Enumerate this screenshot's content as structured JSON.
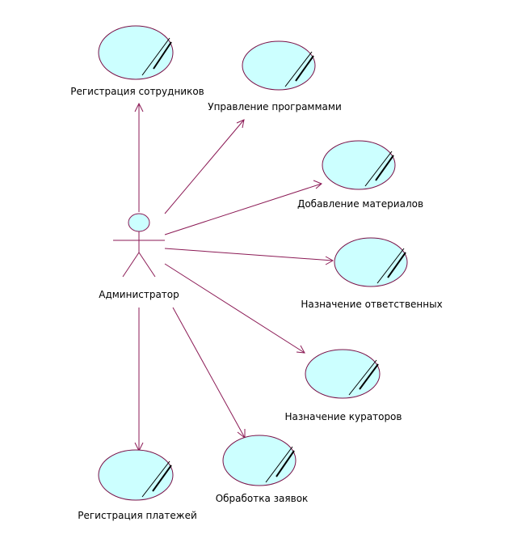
{
  "actor": {
    "name": "Администратор"
  },
  "use_cases": [
    {
      "id": "reg-staff",
      "label": "Регистрация сотрудников"
    },
    {
      "id": "programs",
      "label": "Управление программами"
    },
    {
      "id": "materials",
      "label": "Добавление материалов"
    },
    {
      "id": "responsible",
      "label": "Назначение ответственных"
    },
    {
      "id": "curators",
      "label": "Назначение кураторов"
    },
    {
      "id": "requests",
      "label": "Обработка заявок"
    },
    {
      "id": "payments",
      "label": "Регистрация платежей"
    }
  ],
  "colors": {
    "ellipse_fill": "#ccffff",
    "line": "#8b1a55",
    "ellipse_stroke": "#7a1047"
  }
}
